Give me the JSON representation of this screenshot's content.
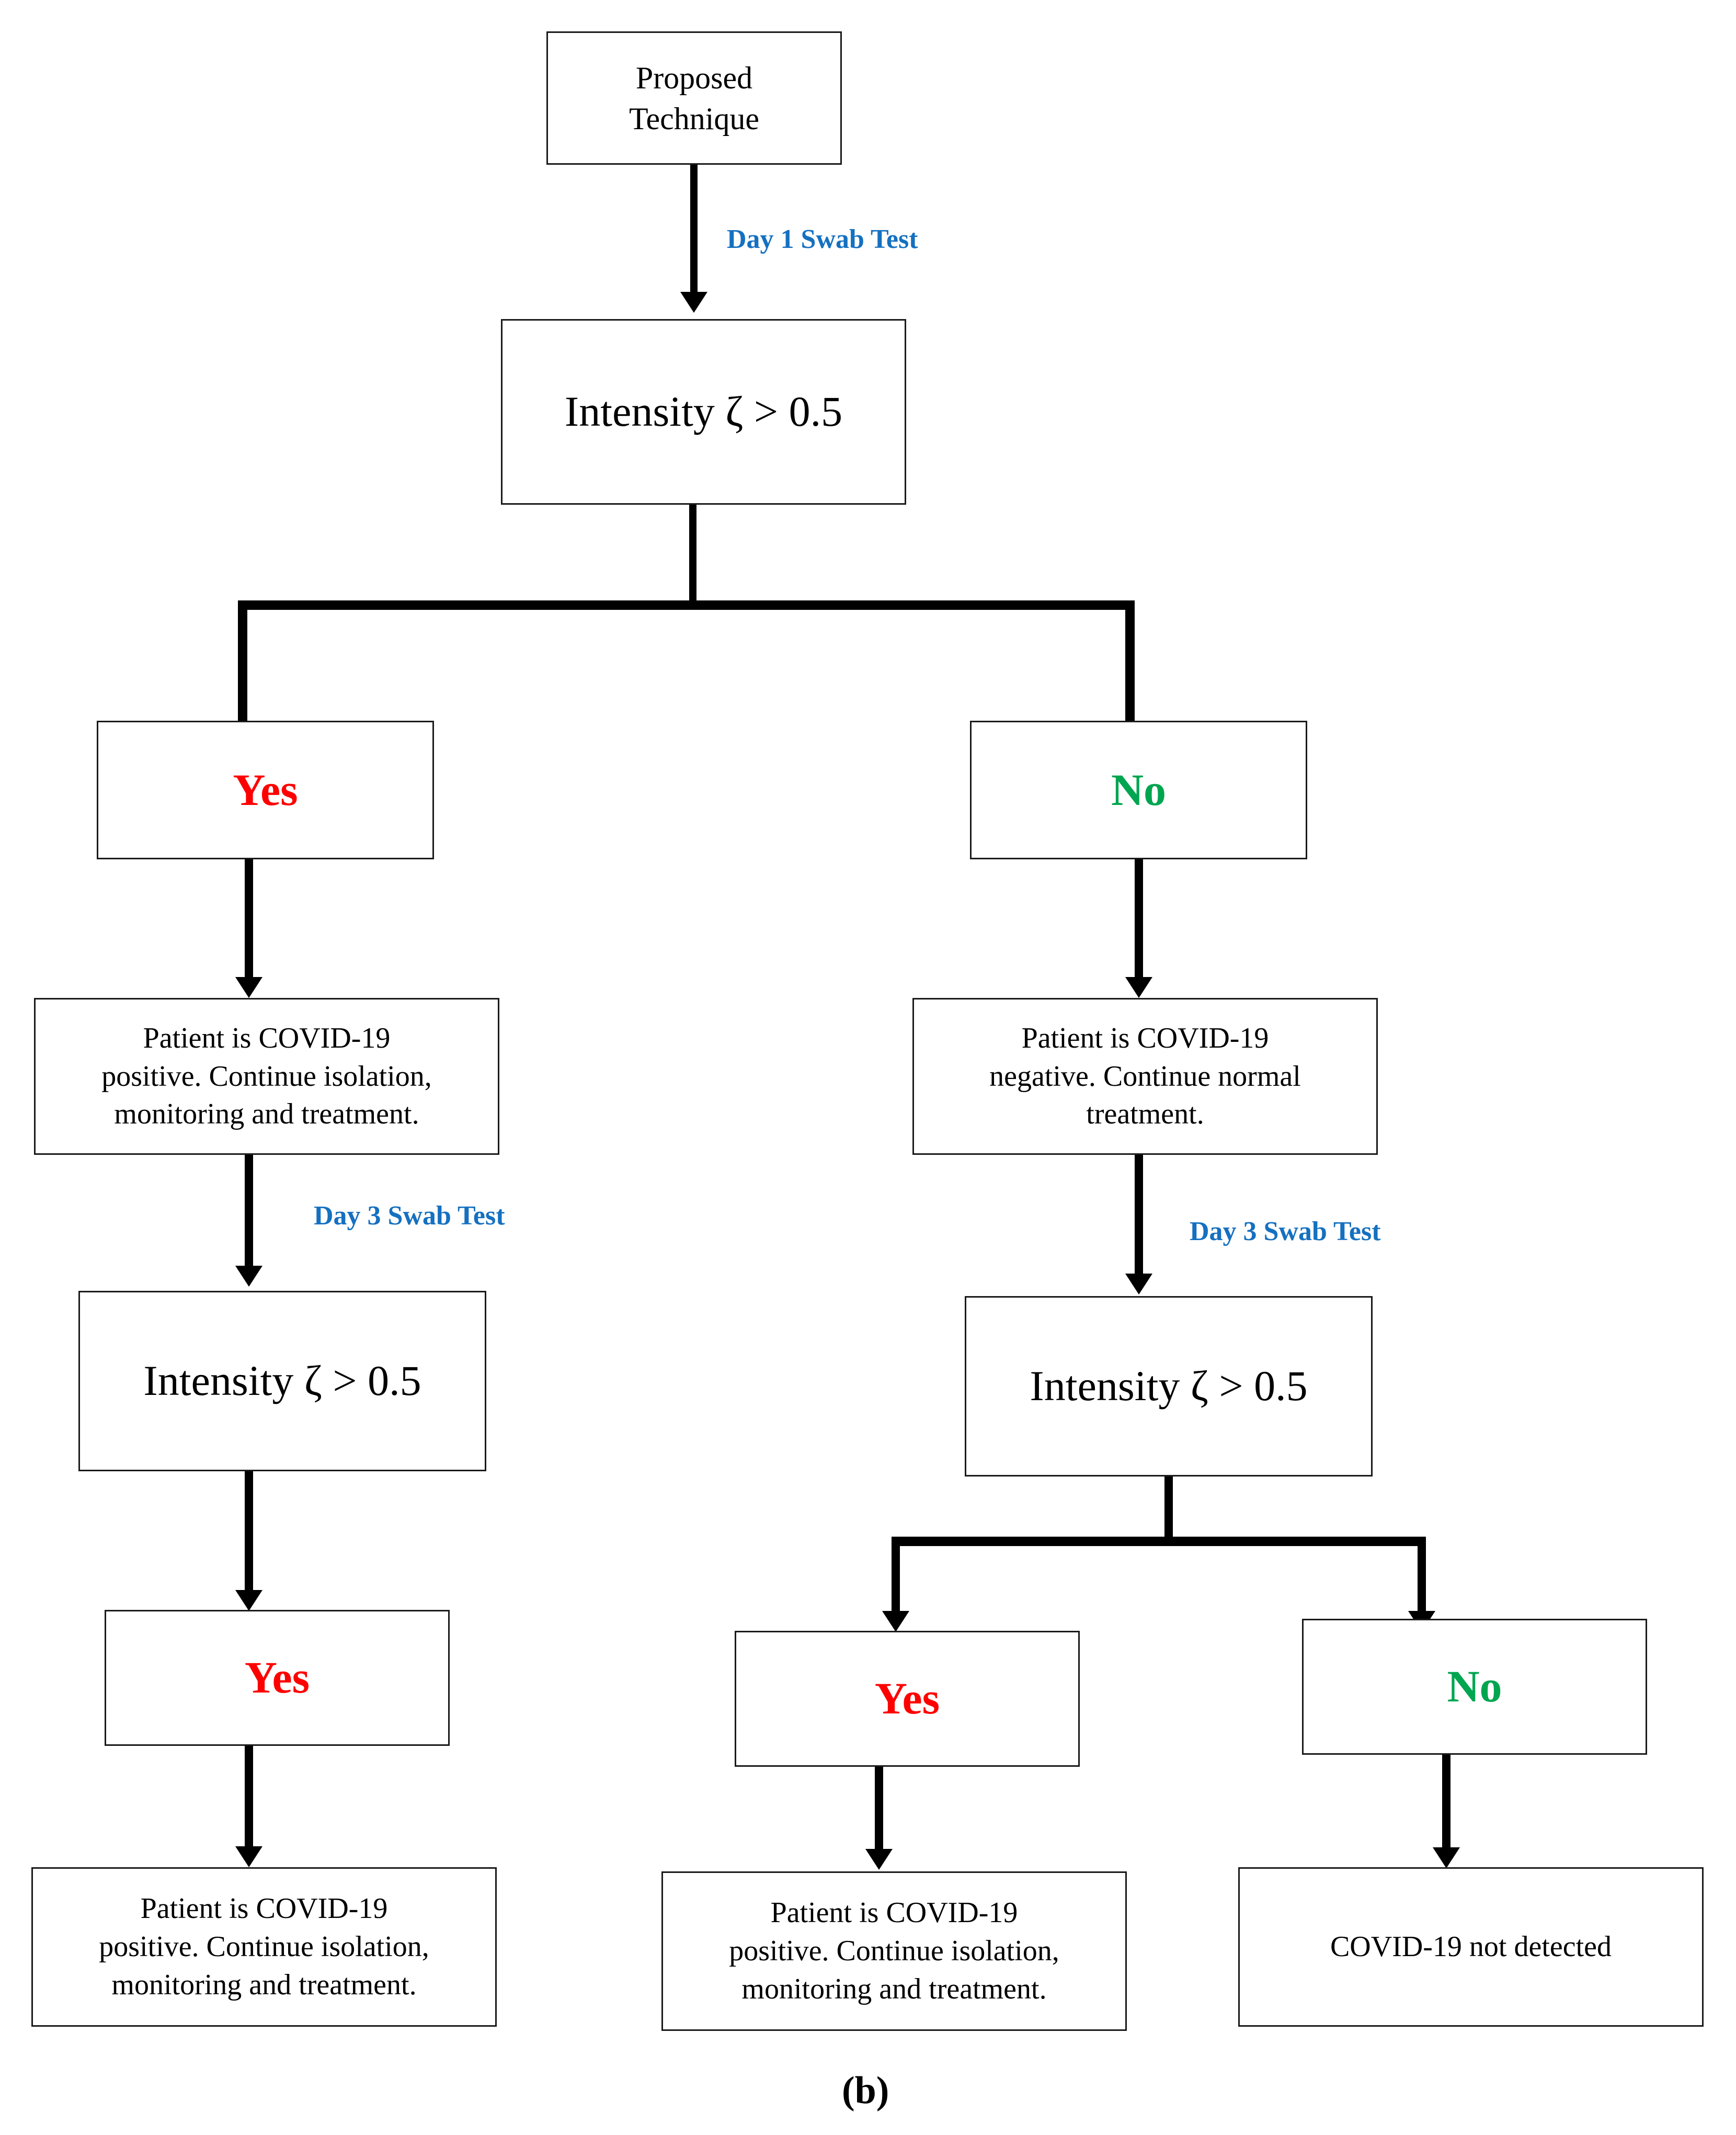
{
  "diagram": {
    "caption": "(b)",
    "colors": {
      "yes": "#FF0000",
      "no": "#00A550",
      "edge_label": "#1570C0",
      "stroke": "#1a1a1a",
      "background": "#FFFFFF"
    },
    "nodes": {
      "start": "Proposed\nTechnique",
      "cond_day1": "Intensity ζ > 0.5",
      "ans_day1_yes": "Yes",
      "ans_day1_no": "No",
      "res_day1_positive": "Patient is COVID-19\npositive. Continue isolation,\nmonitoring and treatment.",
      "res_day1_negative": "Patient is COVID-19\nnegative. Continue normal\ntreatment.",
      "cond_day3_left": "Intensity ζ > 0.5",
      "cond_day3_right": "Intensity ζ > 0.5",
      "ans_day3_left_yes": "Yes",
      "ans_day3_right_yes": "Yes",
      "ans_day3_right_no": "No",
      "res_day3_left_positive": "Patient is COVID-19\npositive. Continue isolation,\nmonitoring and treatment.",
      "res_day3_center_positive": "Patient is COVID-19\npositive. Continue isolation,\nmonitoring and treatment.",
      "res_day3_not_detected": "COVID-19 not detected"
    },
    "edge_labels": {
      "day1": "Day 1 Swab Test",
      "day3_left": "Day 3 Swab Test",
      "day3_right": "Day 3 Swab Test"
    }
  }
}
